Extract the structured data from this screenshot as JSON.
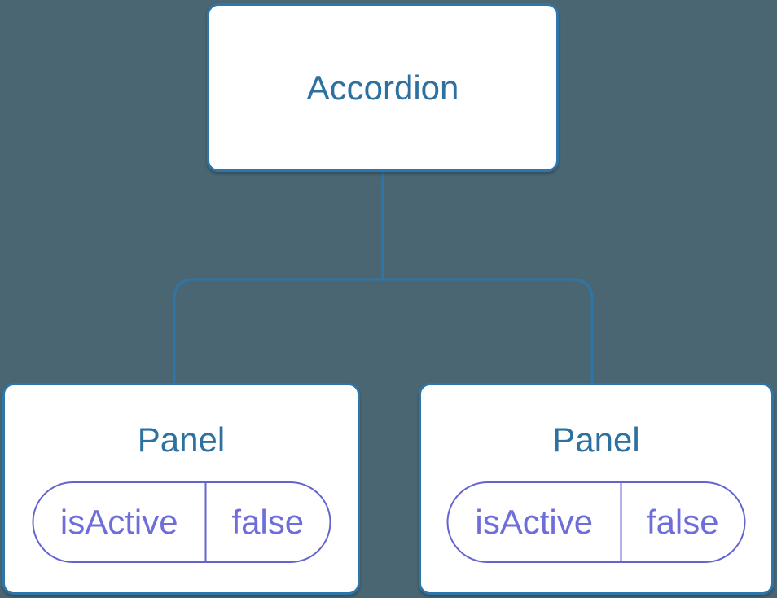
{
  "diagram": {
    "type": "component-tree",
    "root": {
      "label": "Accordion"
    },
    "children": [
      {
        "label": "Panel",
        "state": {
          "key": "isActive",
          "value": "false"
        }
      },
      {
        "label": "Panel",
        "state": {
          "key": "isActive",
          "value": "false"
        }
      }
    ]
  },
  "colors": {
    "background": "#4a6673",
    "node_background": "#ffffff",
    "node_border": "#2e75a8",
    "node_label_text": "#2d71a0",
    "connector_line": "#2e75a8",
    "state_pill_border": "#6464d0",
    "state_pill_text": "#6e6eda"
  }
}
